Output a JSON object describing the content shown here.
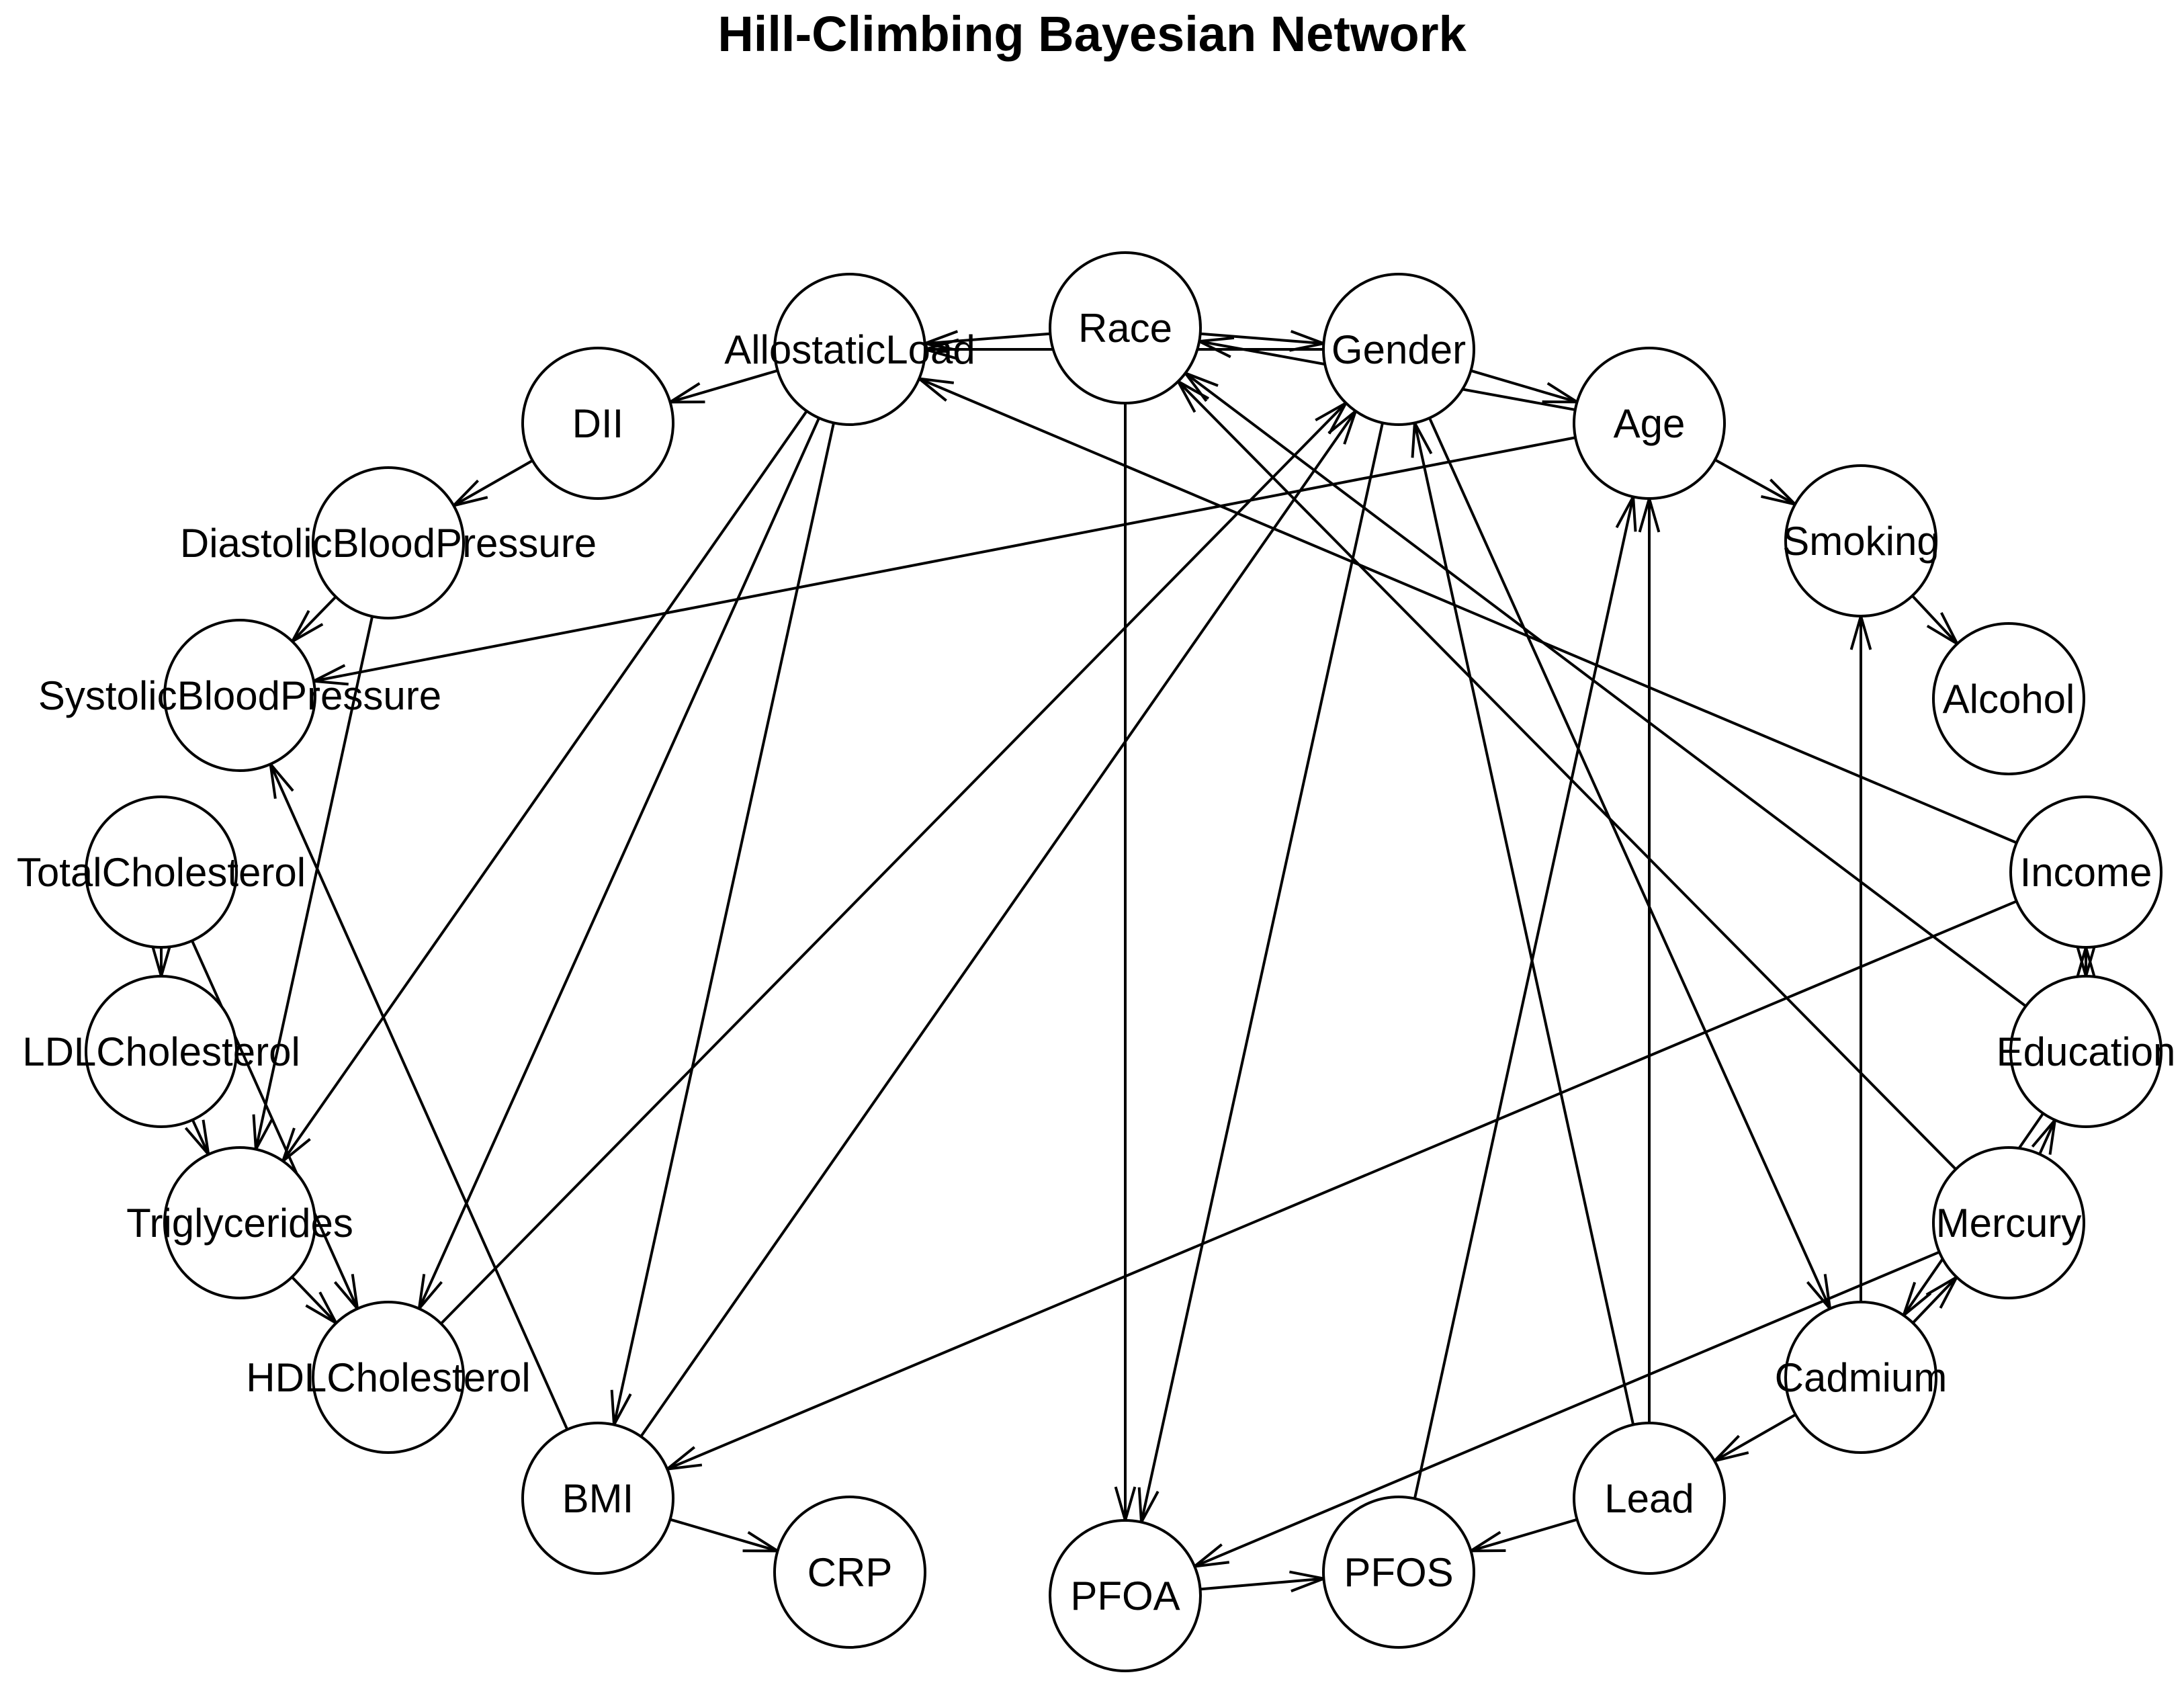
{
  "title": "Hill-Climbing Bayesian Network",
  "colors": {
    "node_fill": "#ffffff",
    "stroke": "#000000",
    "text": "#000000"
  },
  "nodes": [
    {
      "id": "Race",
      "label": "Race"
    },
    {
      "id": "Gender",
      "label": "Gender"
    },
    {
      "id": "Age",
      "label": "Age"
    },
    {
      "id": "Smoking",
      "label": "Smoking"
    },
    {
      "id": "Alcohol",
      "label": "Alcohol"
    },
    {
      "id": "Income",
      "label": "Income"
    },
    {
      "id": "Education",
      "label": "Education"
    },
    {
      "id": "Mercury",
      "label": "Mercury"
    },
    {
      "id": "Cadmium",
      "label": "Cadmium"
    },
    {
      "id": "Lead",
      "label": "Lead"
    },
    {
      "id": "PFOS",
      "label": "PFOS"
    },
    {
      "id": "PFOA",
      "label": "PFOA"
    },
    {
      "id": "CRP",
      "label": "CRP"
    },
    {
      "id": "BMI",
      "label": "BMI"
    },
    {
      "id": "HDLCholesterol",
      "label": "HDLCholesterol"
    },
    {
      "id": "Triglycerides",
      "label": "Triglycerides"
    },
    {
      "id": "LDLCholesterol",
      "label": "LDLCholesterol"
    },
    {
      "id": "TotalCholesterol",
      "label": "TotalCholesterol"
    },
    {
      "id": "SystolicBloodPressure",
      "label": "SystolicBloodPressure"
    },
    {
      "id": "DiastolicBloodPressure",
      "label": "DiastolicBloodPressure"
    },
    {
      "id": "DII",
      "label": "DII"
    },
    {
      "id": "AllostaticLoad",
      "label": "AllostaticLoad"
    }
  ],
  "edges": [
    {
      "from": "Race",
      "to": "Gender"
    },
    {
      "from": "Gender",
      "to": "Age"
    },
    {
      "from": "Age",
      "to": "Smoking"
    },
    {
      "from": "Age",
      "to": "Race"
    },
    {
      "from": "Age",
      "to": "SystolicBloodPressure"
    },
    {
      "from": "Smoking",
      "to": "Alcohol"
    },
    {
      "from": "Race",
      "to": "AllostaticLoad"
    },
    {
      "from": "Gender",
      "to": "AllostaticLoad"
    },
    {
      "from": "AllostaticLoad",
      "to": "DII"
    },
    {
      "from": "AllostaticLoad",
      "to": "Triglycerides"
    },
    {
      "from": "AllostaticLoad",
      "to": "HDLCholesterol"
    },
    {
      "from": "AllostaticLoad",
      "to": "BMI"
    },
    {
      "from": "DII",
      "to": "DiastolicBloodPressure"
    },
    {
      "from": "DiastolicBloodPressure",
      "to": "SystolicBloodPressure"
    },
    {
      "from": "DiastolicBloodPressure",
      "to": "Triglycerides"
    },
    {
      "from": "Race",
      "to": "PFOA"
    },
    {
      "from": "Gender",
      "to": "PFOA"
    },
    {
      "from": "Gender",
      "to": "Cadmium"
    },
    {
      "from": "Lead",
      "to": "Gender"
    },
    {
      "from": "Lead",
      "to": "Age"
    },
    {
      "from": "PFOS",
      "to": "Age"
    },
    {
      "from": "Mercury",
      "to": "Race"
    },
    {
      "from": "Education",
      "to": "Race"
    },
    {
      "from": "Income",
      "to": "AllostaticLoad"
    },
    {
      "from": "Income",
      "to": "BMI"
    },
    {
      "from": "Income",
      "to": "Education"
    },
    {
      "from": "Education",
      "to": "Income"
    },
    {
      "from": "Education",
      "to": "Cadmium"
    },
    {
      "from": "Mercury",
      "to": "Education"
    },
    {
      "from": "Mercury",
      "to": "PFOA"
    },
    {
      "from": "Cadmium",
      "to": "Smoking"
    },
    {
      "from": "Cadmium",
      "to": "Mercury"
    },
    {
      "from": "Cadmium",
      "to": "Lead"
    },
    {
      "from": "Lead",
      "to": "PFOS"
    },
    {
      "from": "PFOA",
      "to": "PFOS"
    },
    {
      "from": "BMI",
      "to": "CRP"
    },
    {
      "from": "BMI",
      "to": "SystolicBloodPressure"
    },
    {
      "from": "BMI",
      "to": "Gender"
    },
    {
      "from": "HDLCholesterol",
      "to": "Gender"
    },
    {
      "from": "TotalCholesterol",
      "to": "LDLCholesterol"
    },
    {
      "from": "TotalCholesterol",
      "to": "HDLCholesterol"
    },
    {
      "from": "LDLCholesterol",
      "to": "Triglycerides"
    },
    {
      "from": "Triglycerides",
      "to": "HDLCholesterol"
    }
  ]
}
